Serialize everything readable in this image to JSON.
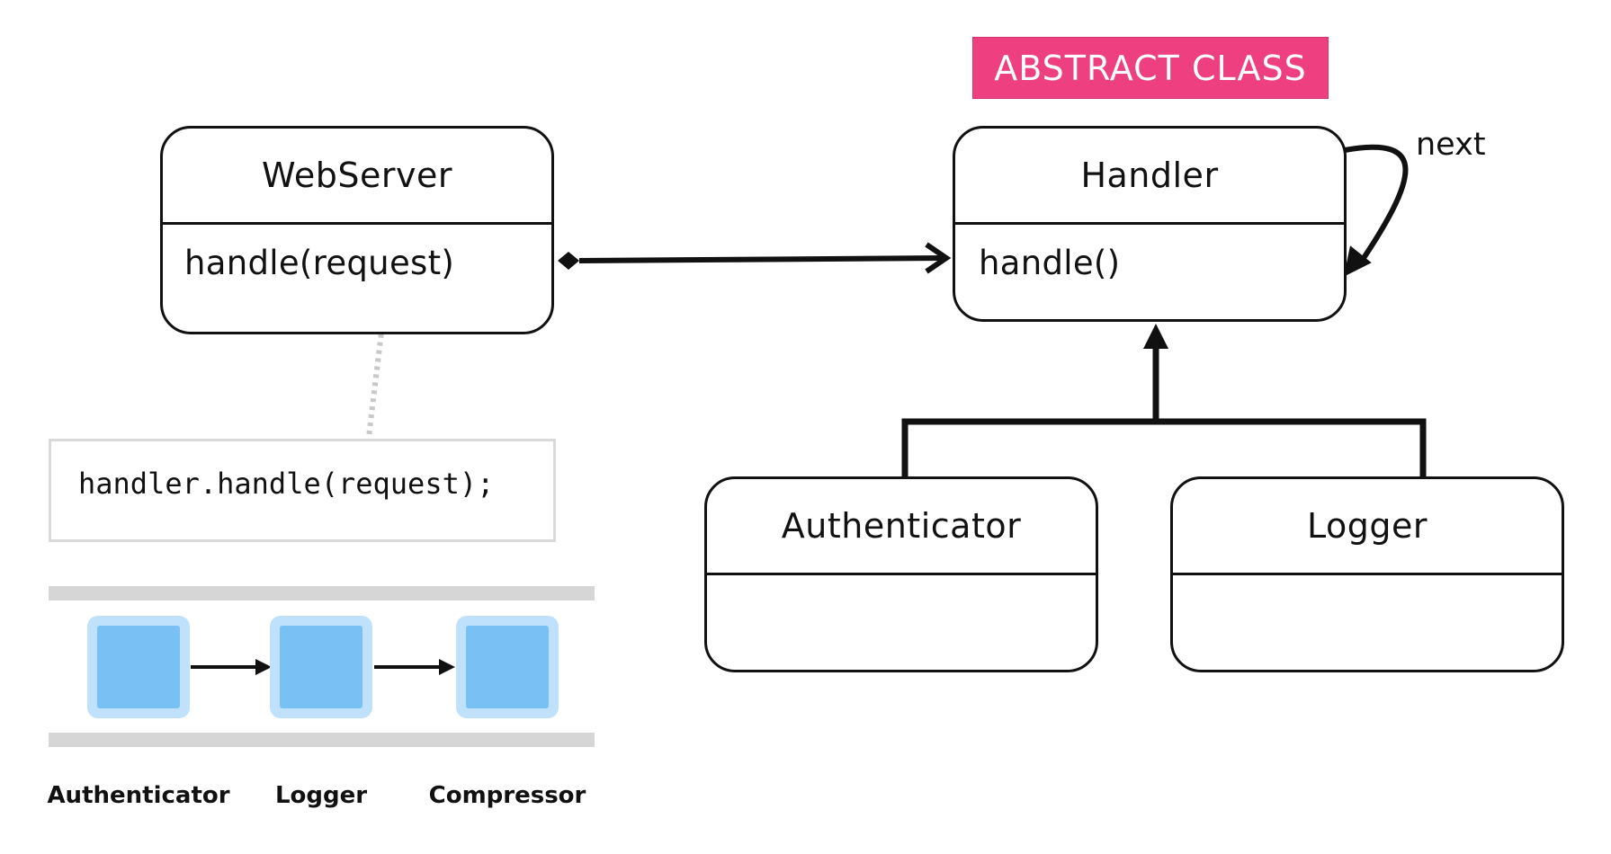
{
  "badge": {
    "text": "ABSTRACT CLASS",
    "color": "#ee3f80"
  },
  "webserver": {
    "title": "WebServer",
    "method": "handle(request)"
  },
  "handler": {
    "title": "Handler",
    "method": "handle()",
    "self_link_label": "next"
  },
  "subclasses": [
    {
      "title": "Authenticator"
    },
    {
      "title": "Logger"
    }
  ],
  "code_note": {
    "text": "handler.handle(request);"
  },
  "pipeline": {
    "node_color": "#79c1f4",
    "node_halo_color": "#bfe1fb",
    "labels": [
      "Authenticator",
      "Logger",
      "Compressor"
    ]
  }
}
